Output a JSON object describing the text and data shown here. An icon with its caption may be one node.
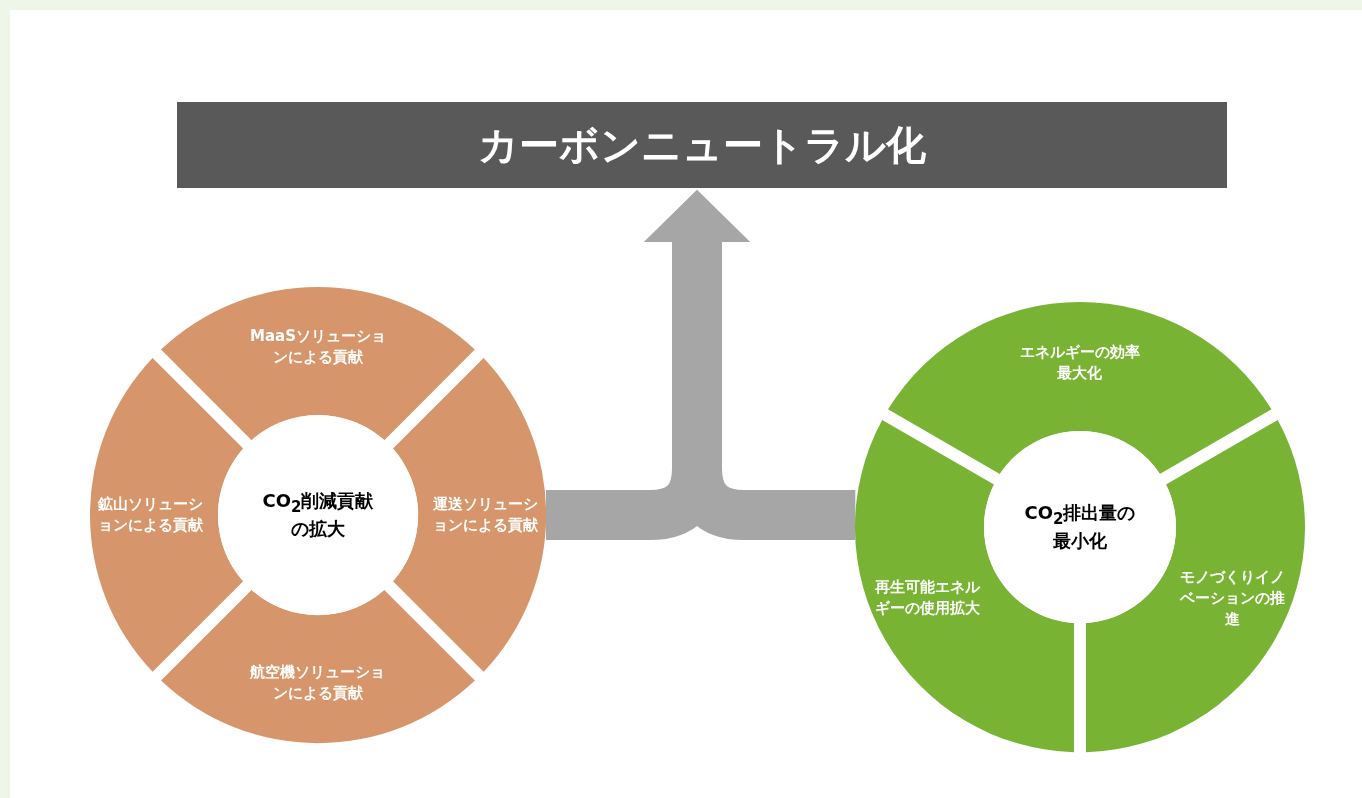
{
  "diagram": {
    "nodes": [
      {
        "text": [
          "カーボンニュートラル化"
        ]
      },
      {
        "text": [
          "CO$_{2}$削減貢献の拡大"
        ]
      },
      {
        "text": [
          "MaaSソリューションによる貢献"
        ]
      },
      {
        "text": [
          "鉱山ソリューションによる貢献"
        ]
      },
      {
        "text": [
          "運送ソリューションによる貢献"
        ]
      },
      {
        "text": [
          "航空機ソリューションによる貢献"
        ]
      },
      {
        "text": [
          "CO$_{2}$排出量の最小化"
        ]
      },
      {
        "text": [
          "エネルギーの効率最大化"
        ]
      },
      {
        "text": [
          "再生可能エネルギーの使用拡大"
        ]
      },
      {
        "text": [
          "モノづくりイノベーションの推進"
        ]
      }
    ],
    "edges": [
      {
        "from": 4,
        "to": 0,
        "arrow": "to"
      },
      {
        "from": 8,
        "to": 0,
        "arrow": "to"
      }
    ]
  }
}
